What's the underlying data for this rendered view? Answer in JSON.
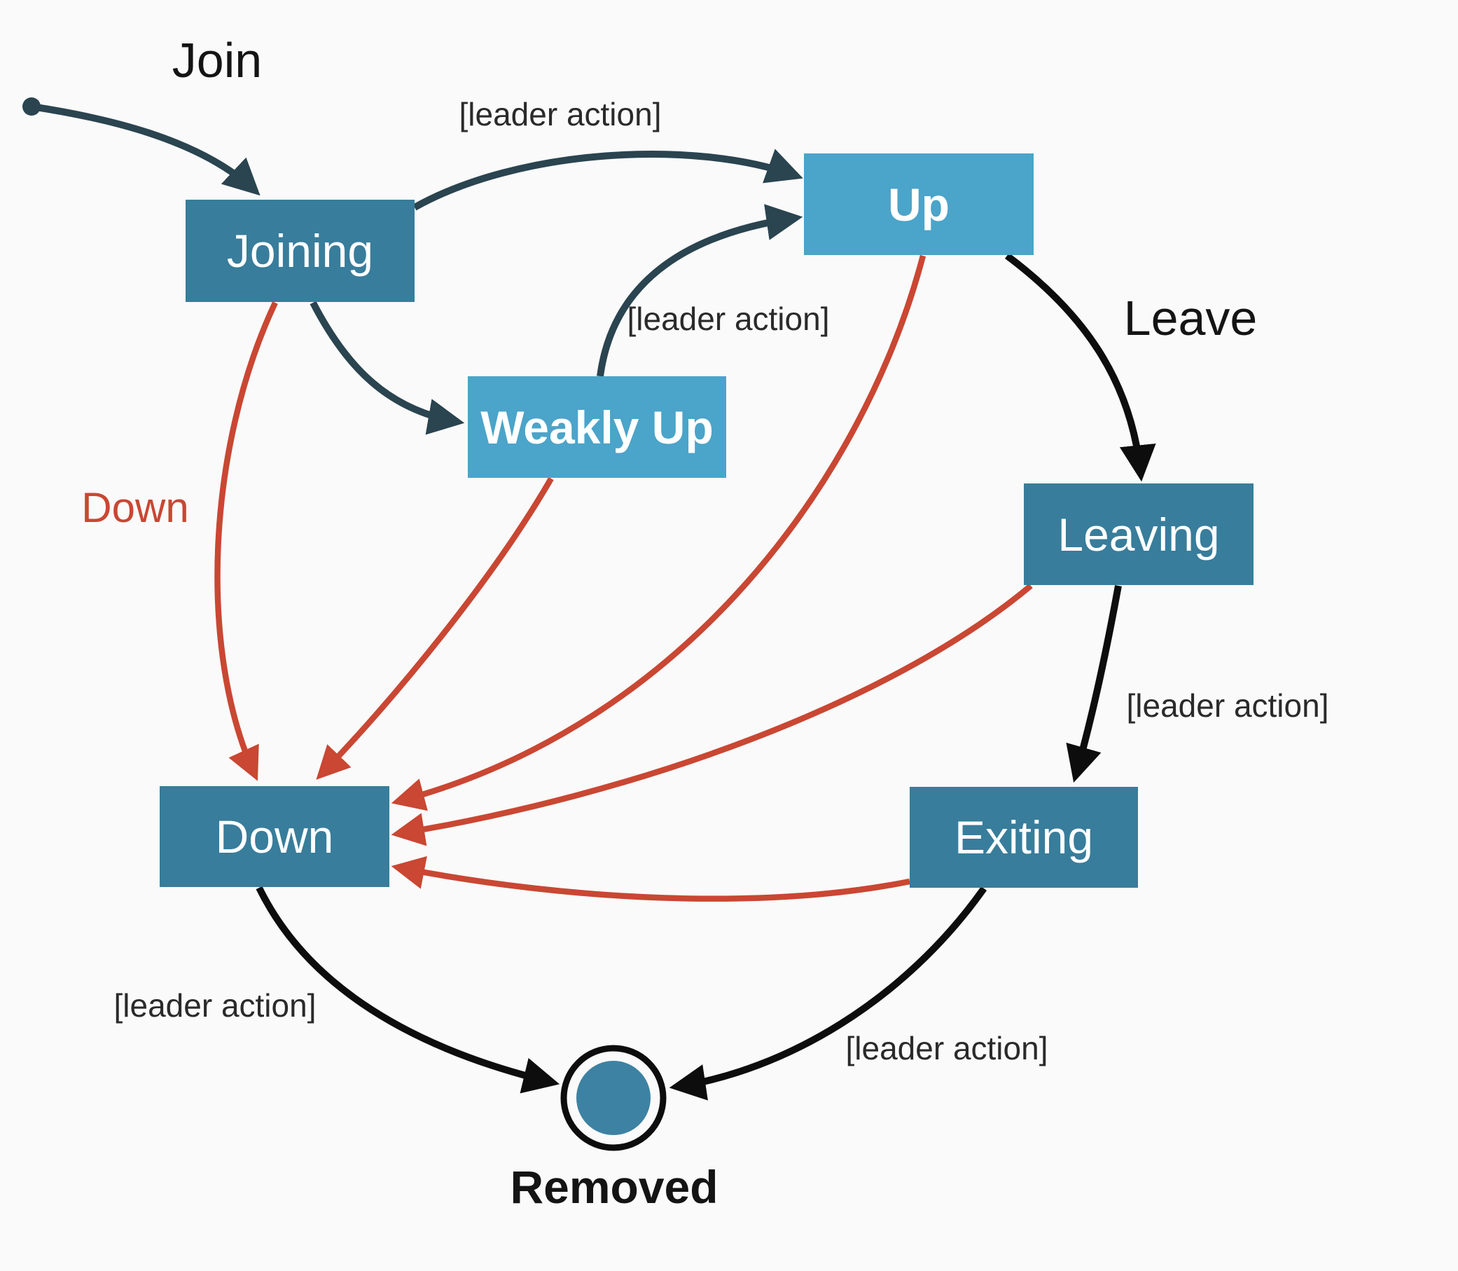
{
  "title": "Cluster membership lifecycle state diagram",
  "palette": {
    "background": "#FAFAFA",
    "box_dark": "#387D9B",
    "box_light": "#4BA4C9",
    "removed_fill": "#3D82A2",
    "arrow_navy": "#2A4450",
    "arrow_black": "#0D0D0D",
    "arrow_red": "#C94733",
    "label_red": "#C94733",
    "text_light": "#FFFFFF",
    "text_dark": "#141414"
  },
  "nodes": {
    "joining": {
      "label": "Joining"
    },
    "up": {
      "label": "Up"
    },
    "weakly_up": {
      "label": "Weakly Up"
    },
    "leaving": {
      "label": "Leaving"
    },
    "down": {
      "label": "Down"
    },
    "exiting": {
      "label": "Exiting"
    },
    "removed": {
      "label": "Removed"
    }
  },
  "edge_labels": {
    "join": "Join",
    "leave": "Leave",
    "down": "Down",
    "leader_action": "[leader action]"
  },
  "edges": [
    {
      "from": "start",
      "to": "joining",
      "label": "Join",
      "color": "#2A4450"
    },
    {
      "from": "joining",
      "to": "up",
      "label": "[leader action]",
      "color": "#2A4450"
    },
    {
      "from": "joining",
      "to": "weakly_up",
      "label": "",
      "color": "#2A4450"
    },
    {
      "from": "weakly_up",
      "to": "up",
      "label": "[leader action]",
      "color": "#2A4450"
    },
    {
      "from": "up",
      "to": "leaving",
      "label": "Leave",
      "color": "#0D0D0D"
    },
    {
      "from": "leaving",
      "to": "exiting",
      "label": "[leader action]",
      "color": "#0D0D0D"
    },
    {
      "from": "joining",
      "to": "down",
      "label": "Down",
      "color": "#C94733"
    },
    {
      "from": "weakly_up",
      "to": "down",
      "label": "",
      "color": "#C94733"
    },
    {
      "from": "up",
      "to": "down",
      "label": "",
      "color": "#C94733"
    },
    {
      "from": "leaving",
      "to": "down",
      "label": "",
      "color": "#C94733"
    },
    {
      "from": "exiting",
      "to": "down",
      "label": "",
      "color": "#C94733"
    },
    {
      "from": "down",
      "to": "removed",
      "label": "[leader action]",
      "color": "#0D0D0D"
    },
    {
      "from": "exiting",
      "to": "removed",
      "label": "[leader action]",
      "color": "#0D0D0D"
    }
  ]
}
